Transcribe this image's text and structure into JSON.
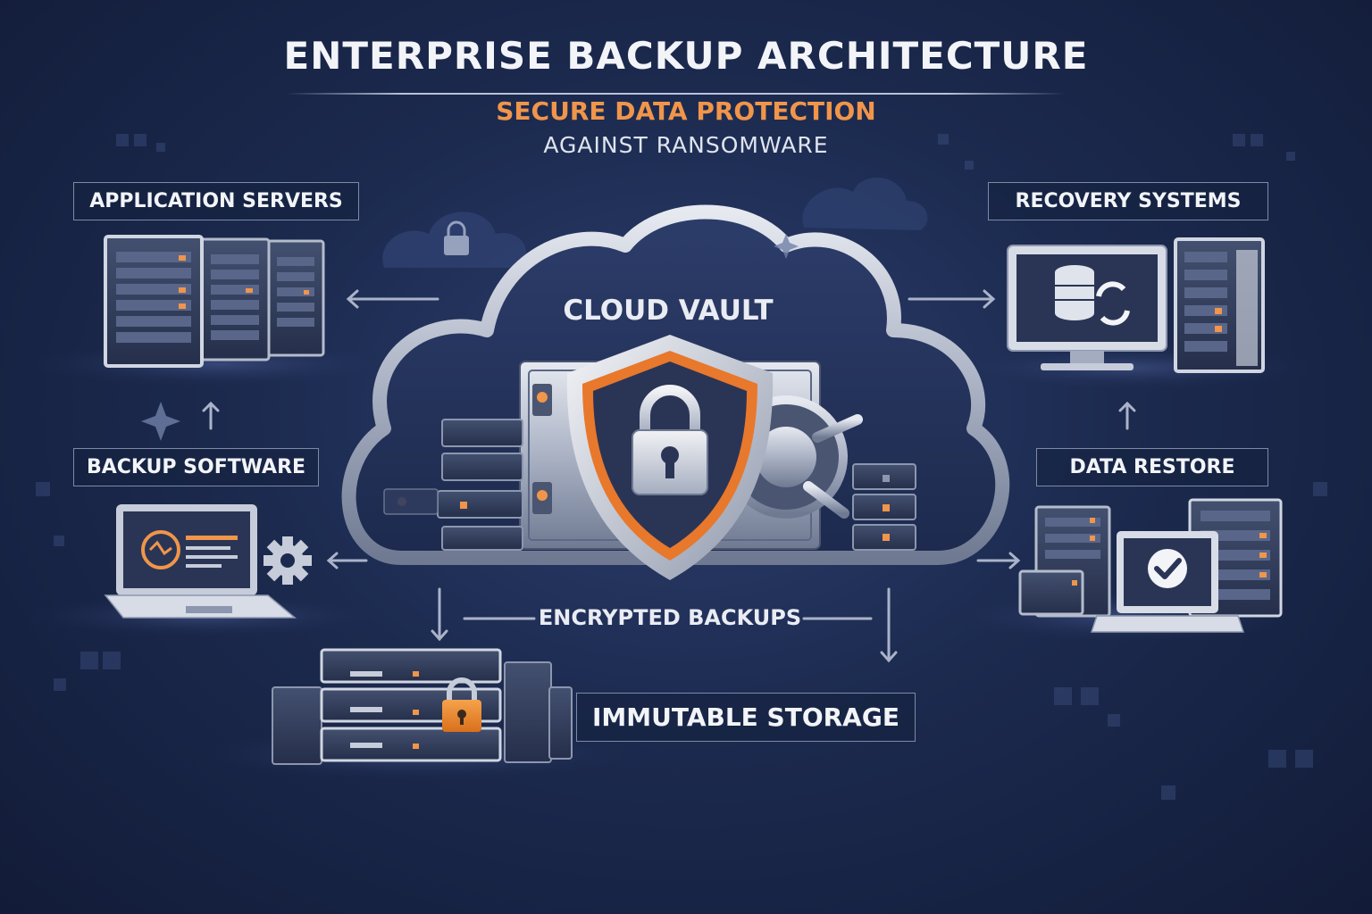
{
  "header": {
    "title": "ENTERPRISE BACKUP ARCHITECTURE",
    "subtitle": "SECURE DATA PROTECTION",
    "tagline": "AGAINST RANSOMWARE"
  },
  "nodes": {
    "app_servers": "APPLICATION SERVERS",
    "backup_software": "BACKUP SOFTWARE",
    "recovery_systems": "RECOVERY SYSTEMS",
    "data_restore": "DATA RESTORE",
    "cloud_vault": "CLOUD VAULT",
    "encrypted_backups": "ENCRYPTED BACKUPS",
    "immutable_storage": "IMMUTABLE STORAGE"
  },
  "colors": {
    "accent_orange": "#f0954a",
    "shield_dark": "#2a3556",
    "background": "#1c2a4f"
  }
}
